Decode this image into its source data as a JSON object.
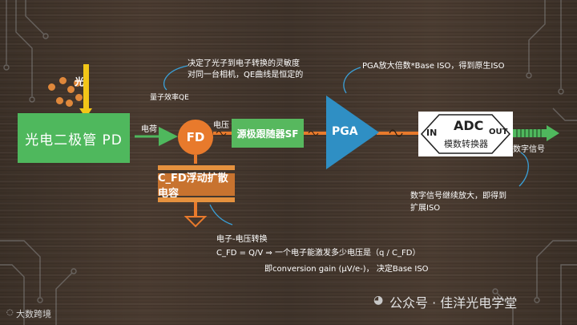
{
  "labels": {
    "light": "光",
    "photodiode": "光电二极管 PD",
    "charge": "电荷",
    "fd": "FD",
    "voltage": "电压",
    "source_follower": "源极跟随器SF",
    "pga": "PGA",
    "adc_in": "IN",
    "adc_title": "ADC",
    "adc_out": "OUT",
    "adc_subtitle": "模数转换器",
    "digital_signal": "数字信号",
    "capacitor": "C_FD浮动扩散电容",
    "qe_label": "量子效率QE"
  },
  "notes": {
    "qe_line1": "决定了光子到电子转换的灵敏度",
    "qe_line2": "对同一台相机，QE曲线是恒定的",
    "pga_note": "PGA放大倍数*Base ISO，得到原生ISO",
    "digital_line1": "数字信号继续放大，即得到",
    "digital_line2": "扩展ISO",
    "conv_title": "电子-电压转换",
    "conv_formula": "C_FD = Q/V ⇒ 一个电子能激发多少电压是（q / C_FD）",
    "conv_gain": "即conversion gain (μV/e-)，  决定Base ISO"
  },
  "watermark": {
    "brand": "大数跨境",
    "account": "公众号 · 佳洋光电学堂"
  },
  "colors": {
    "green": "#4fb85d",
    "orange": "#e87a2c",
    "pga_blue": "#2f8fc4",
    "light_yellow": "#f2c618"
  }
}
